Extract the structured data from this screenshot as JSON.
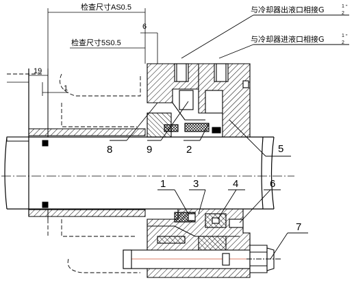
{
  "annotations": {
    "dim_top": "检查尺寸AS0.5",
    "dim_second": "检查尺寸5S0.5",
    "dim_6": "6",
    "dim_19": "19",
    "dim_1": "1",
    "outlet": "与冷却器出液口相接G",
    "inlet": "与冷却器进液口相接G",
    "thread_frac": "1",
    "thread_den": "2",
    "thread_unit": "\""
  },
  "callouts": {
    "c8": "8",
    "c9": "9",
    "c2_top": "2",
    "c5": "5",
    "c1": "1",
    "c3": "3",
    "c4": "4",
    "c6": "6",
    "c7": "7"
  },
  "colors": {
    "line": "#000000",
    "hatch": "#000000",
    "bolt": "#d05030"
  }
}
